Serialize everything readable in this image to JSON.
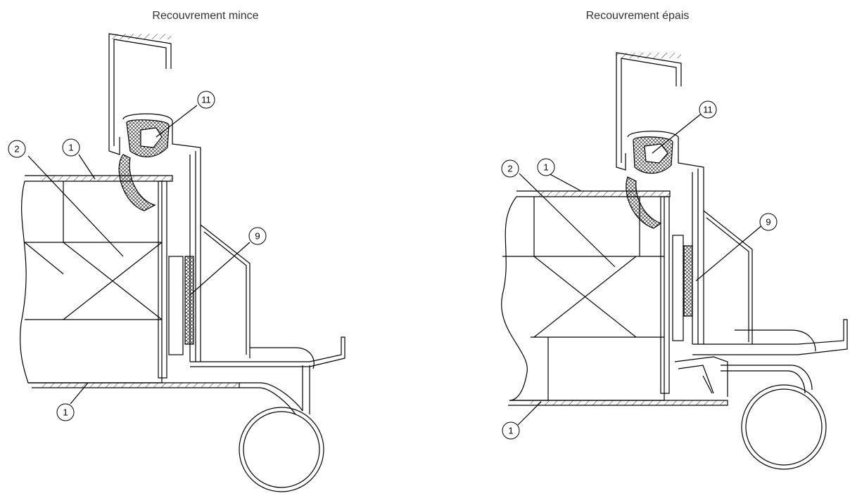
{
  "panels": [
    {
      "title": "Recouvrement mince",
      "callouts": [
        {
          "label": "2"
        },
        {
          "label": "1"
        },
        {
          "label": "11"
        },
        {
          "label": "9"
        },
        {
          "label": "1"
        }
      ]
    },
    {
      "title": "Recouvrement épais",
      "callouts": [
        {
          "label": "2"
        },
        {
          "label": "1"
        },
        {
          "label": "11"
        },
        {
          "label": "9"
        },
        {
          "label": "1"
        }
      ]
    }
  ]
}
